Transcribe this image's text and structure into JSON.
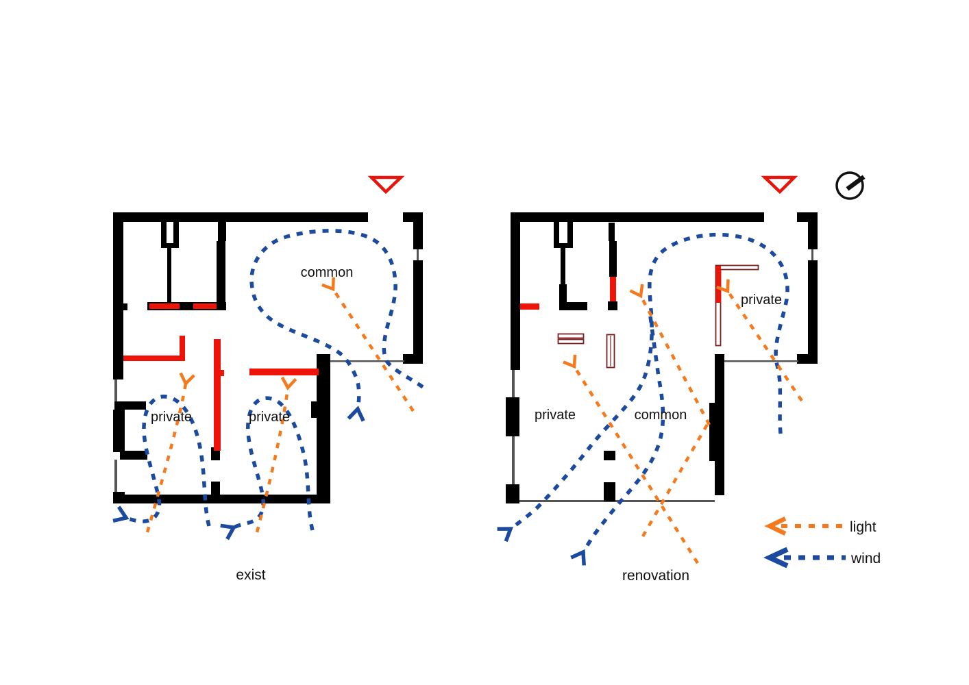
{
  "diagram": {
    "plans": [
      {
        "caption": "exist",
        "rooms": [
          {
            "label": "common"
          },
          {
            "label": "private"
          },
          {
            "label": "private"
          }
        ]
      },
      {
        "caption": "renovation",
        "rooms": [
          {
            "label": "private"
          },
          {
            "label": "common"
          },
          {
            "label": "private"
          }
        ]
      }
    ]
  },
  "legend": {
    "items": [
      {
        "label": "light",
        "color": "#f5791d"
      },
      {
        "label": "wind",
        "color": "#1c4a9f"
      }
    ]
  },
  "markers": {
    "entrance_icon": "red-triangle",
    "north_icon": "compass"
  },
  "colors": {
    "wall": "#000000",
    "new_element_red": "#ee1309",
    "furniture_maroon": "#7e1f1f",
    "light_orange": "#f5791d",
    "wind_blue": "#1c4a9f",
    "label_text": "#111111"
  }
}
